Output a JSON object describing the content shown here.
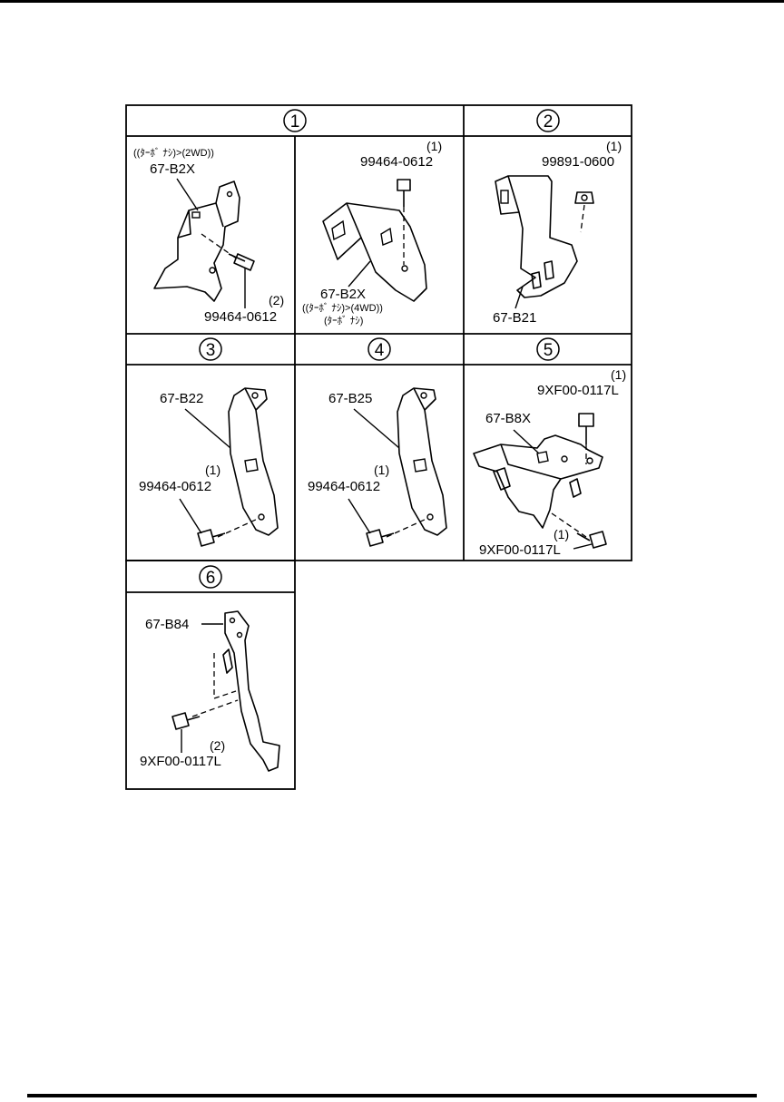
{
  "callouts": [
    "1",
    "2",
    "3",
    "4",
    "5",
    "6"
  ],
  "cell_1a": {
    "note": "((ﾀｰﾎﾞ ﾅｼ)>(2WD))",
    "part": "67-B2X",
    "bolt_qty": "(2)",
    "bolt_pn": "99464-0612"
  },
  "cell_1b": {
    "bolt_qty": "(1)",
    "bolt_pn": "99464-0612",
    "part": "67-B2X",
    "note1": "((ﾀｰﾎﾞ ﾅｼ)>(4WD))",
    "note2": "(ﾀｰﾎﾞ ﾅｼ)"
  },
  "cell_2": {
    "nut_qty": "(1)",
    "nut_pn": "99891-0600",
    "part": "67-B21"
  },
  "cell_3": {
    "part": "67-B22",
    "bolt_qty": "(1)",
    "bolt_pn": "99464-0612"
  },
  "cell_4": {
    "part": "67-B25",
    "bolt_qty": "(1)",
    "bolt_pn": "99464-0612"
  },
  "cell_5": {
    "bolt_top_qty": "(1)",
    "bolt_top_pn": "9XF00-0117L",
    "part": "67-B8X",
    "bolt_bottom_qty": "(1)",
    "bolt_bottom_pn": "9XF00-0117L"
  },
  "cell_6": {
    "part": "67-B84",
    "bolt_qty": "(2)",
    "bolt_pn": "9XF00-0117L"
  }
}
